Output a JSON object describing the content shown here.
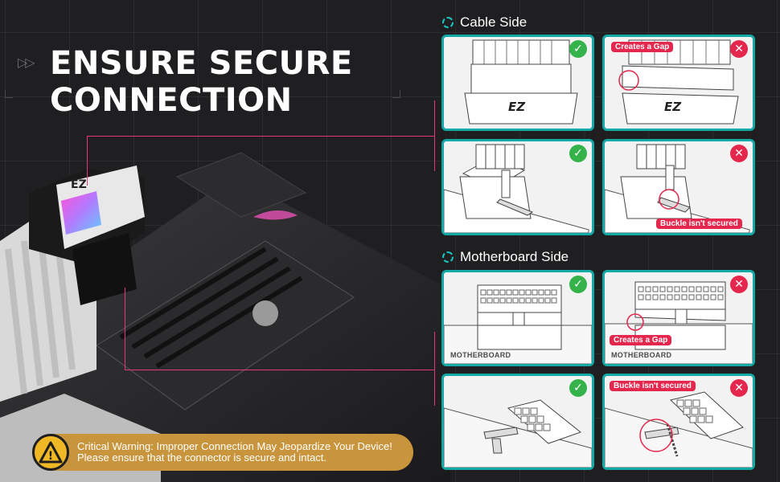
{
  "title": "ENSURE SECURE CONNECTION",
  "sections": {
    "cable_side": "Cable Side",
    "motherboard_side": "Motherboard Side"
  },
  "panels": {
    "callout_gap": "Creates a Gap",
    "callout_buckle": "Buckle isn't secured",
    "motherboard_label": "MOTHERBOARD",
    "ok_mark": "✓",
    "bad_mark": "✕",
    "brand_mark": "EZ"
  },
  "warning": {
    "icon": "!",
    "text": "Critical Warning: Improper Connection May Jeopardize Your Device! Please ensure that the connector is secure and intact."
  },
  "colors": {
    "accent_teal": "#12a9a6",
    "ok_green": "#35b34a",
    "error_red": "#e5274e",
    "warning_gold": "#c8953c",
    "lead_pink": "#e03a7a"
  }
}
